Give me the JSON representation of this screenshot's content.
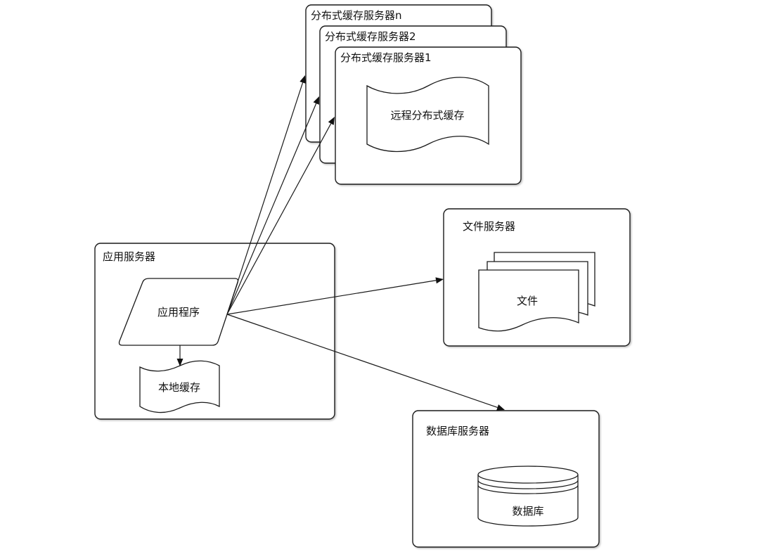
{
  "diagram": {
    "type": "architecture",
    "nodes": {
      "app_server": {
        "title": "应用服务器"
      },
      "app": {
        "label": "应用程序"
      },
      "local_cache": {
        "label": "本地缓存"
      },
      "cache_servers": [
        {
          "title": "分布式缓存服务器n"
        },
        {
          "title": "分布式缓存服务器2"
        },
        {
          "title": "分布式缓存服务器1"
        }
      ],
      "remote_cache": {
        "label": "远程分布式缓存"
      },
      "file_server": {
        "title": "文件服务器"
      },
      "file": {
        "label": "文件"
      },
      "db_server": {
        "title": "数据库服务器"
      },
      "database": {
        "label": "数据库"
      }
    },
    "edges": [
      {
        "from": "应用程序",
        "to": "本地缓存"
      },
      {
        "from": "应用程序",
        "to": "分布式缓存服务器n"
      },
      {
        "from": "应用程序",
        "to": "分布式缓存服务器2"
      },
      {
        "from": "应用程序",
        "to": "分布式缓存服务器1"
      },
      {
        "from": "应用程序",
        "to": "文件服务器"
      },
      {
        "from": "应用程序",
        "to": "数据库服务器"
      }
    ]
  }
}
